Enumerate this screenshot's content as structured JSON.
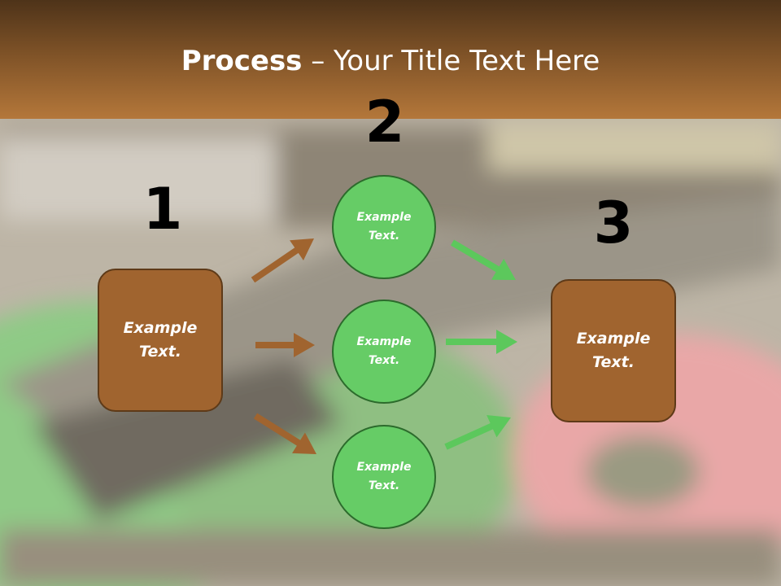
{
  "title": {
    "bold": "Process",
    "rest": " – Your Title Text Here"
  },
  "steps": {
    "one": "1",
    "two": "2",
    "three": "3"
  },
  "nodes": {
    "left": "Example Text.",
    "top": "Example Text.",
    "middle": "Example Text.",
    "bottom": "Example Text.",
    "right": "Example Text."
  },
  "colors": {
    "box": "#a0642f",
    "circle": "#66cc66",
    "arrow_brown": "#a0642f",
    "arrow_green": "#5cc85c",
    "header": "#7e5227"
  }
}
